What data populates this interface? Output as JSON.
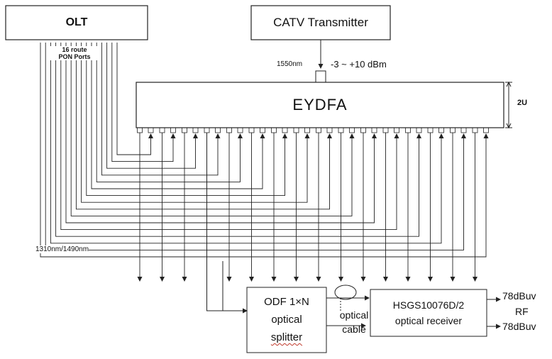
{
  "diagram": {
    "olt": {
      "label": "OLT",
      "ports_label_line1": "16 route",
      "ports_label_line2": "PON Ports"
    },
    "catv": {
      "label": "CATV Transmitter",
      "wavelength": "1550nm",
      "power_range": "-3 ~ +10 dBm"
    },
    "eydfa": {
      "label": "EYDFA",
      "height_label": "2U",
      "port_count": 16
    },
    "return_wavelengths": "1310nm/1490nm",
    "odf": {
      "line1": "ODF 1×N",
      "line2": "optical",
      "line3": "splitter"
    },
    "cable": {
      "line1": "optical",
      "line2": "cable"
    },
    "receiver": {
      "line1": "HSGS10076D/2",
      "line2": "optical receiver"
    },
    "outputs": {
      "top": "78dBuv",
      "middle": "RF",
      "bottom": "78dBuv"
    }
  }
}
